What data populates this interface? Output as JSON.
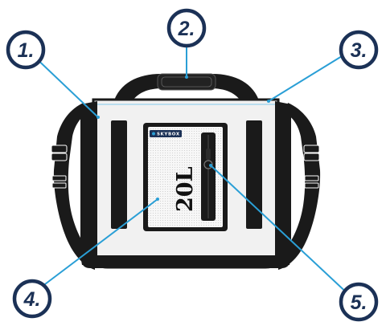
{
  "diagram": {
    "product_brand": "SKYBOX",
    "capacity_label": "20L",
    "callouts": [
      {
        "id": "1",
        "label": "1."
      },
      {
        "id": "2",
        "label": "2."
      },
      {
        "id": "3",
        "label": "3."
      },
      {
        "id": "4",
        "label": "4."
      },
      {
        "id": "5",
        "label": "5."
      }
    ],
    "colors": {
      "callout_ring": "#1b3156",
      "leader_line": "#2a9fd6",
      "bag_body": "#f1f1f1",
      "bag_dark": "#1a1a1a"
    }
  }
}
